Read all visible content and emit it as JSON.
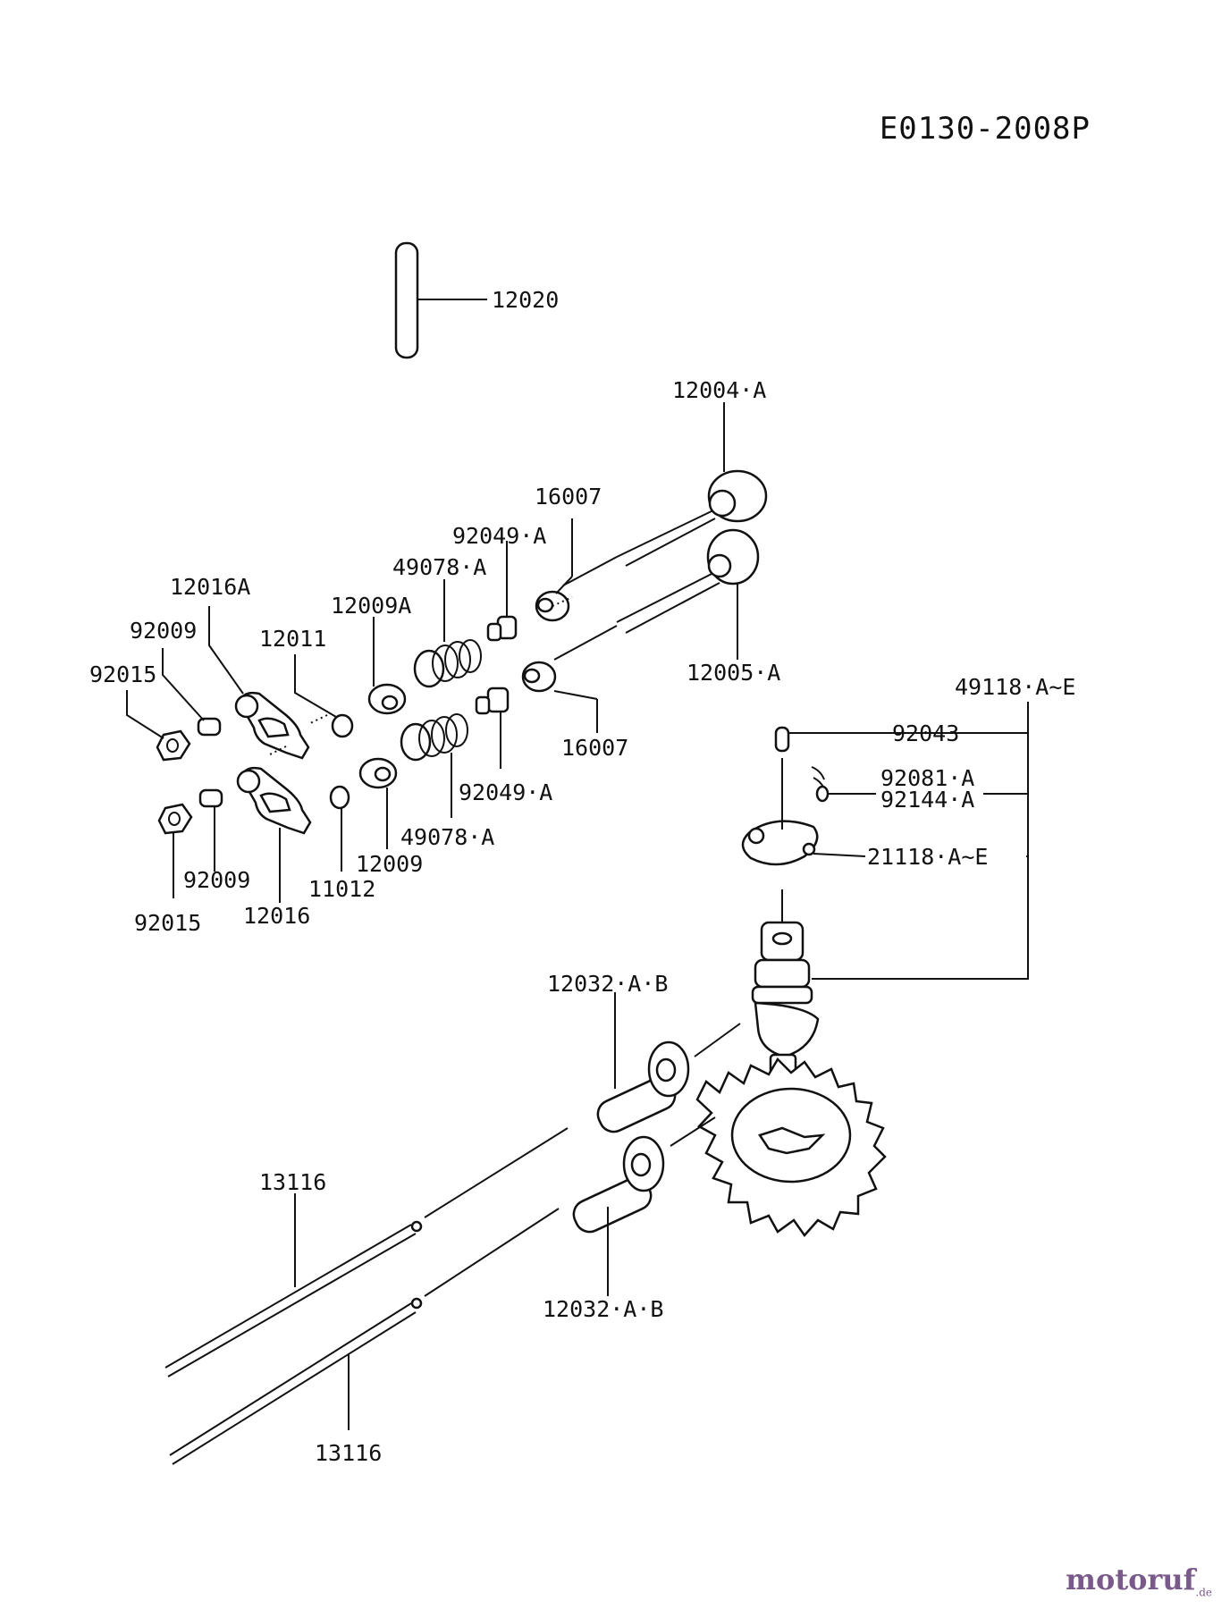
{
  "drawing": {
    "code": "E0130-2008P",
    "watermark": {
      "text": "motoruf",
      "suffix": ".de"
    }
  },
  "labels": {
    "p12020": "12020",
    "p12004": "12004·A",
    "p16007_top": "16007",
    "p92049_top": "92049·A",
    "p49078_top": "49078·A",
    "p12009A": "12009A",
    "p12016A": "12016A",
    "p12011": "12011",
    "p92009_top": "92009",
    "p92015_top": "92015",
    "p12005": "12005·A",
    "p49118": "49118·A~E",
    "p92043": "92043",
    "p16007_bot": "16007",
    "p92081": "92081·A",
    "p92144": "92144·A",
    "p92049_bot": "92049·A",
    "p49078_bot": "49078·A",
    "p21118": "21118·A~E",
    "p12009": "12009",
    "p92009_bot": "92009",
    "p11012": "11012",
    "p12016": "12016",
    "p92015_bot": "92015",
    "p12032_top": "12032·A·B",
    "p13116_top": "13116",
    "p12032_bot": "12032·A·B",
    "p13116_bot": "13116"
  },
  "colors": {
    "ink": "#111111",
    "watermark": "#7a5a8a"
  }
}
